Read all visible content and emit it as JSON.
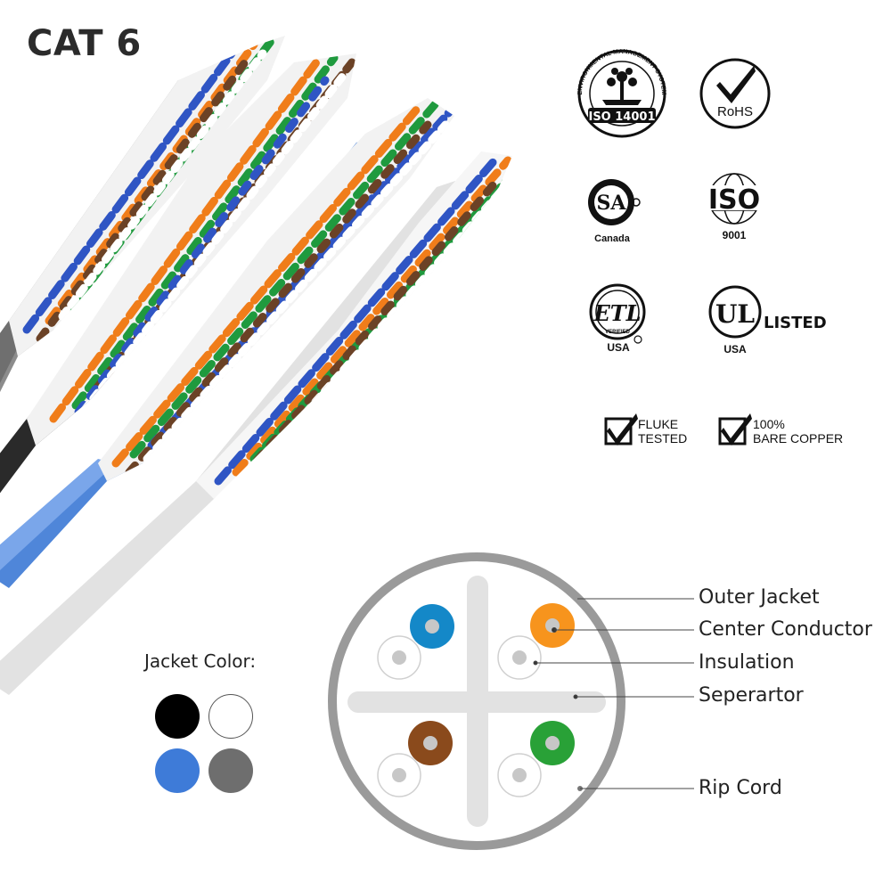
{
  "title": "CAT 6",
  "certifications": {
    "iso14001": {
      "ring_text": "ENVIRONMENTAL MANAGEMENT SYSTEM",
      "label": "ISO 14001"
    },
    "rohs": {
      "label": "RoHS"
    },
    "csa": {
      "label": "Canada"
    },
    "iso9001": {
      "mark": "ISO",
      "label": "9001"
    },
    "etl": {
      "mark": "ETL",
      "sub": "VERIFIED",
      "label": "USA"
    },
    "ul": {
      "mark": "UL",
      "listed": "LISTED",
      "label": "USA"
    }
  },
  "checks": [
    {
      "line1": "FLUKE",
      "line2": "TESTED"
    },
    {
      "line1": "100%",
      "line2": "BARE COPPER"
    }
  ],
  "jacket": {
    "title": "Jacket Color:",
    "colors": [
      "#000000",
      "#ffffff",
      "#3e7bd8",
      "#6e6e6e"
    ]
  },
  "diagram": {
    "labels": {
      "outer_jacket": "Outer Jacket",
      "center_conductor": "Center Conductor",
      "insulation": "Insulation",
      "separator": "Seperartor",
      "rip_cord": "Rip Cord"
    },
    "pair_colors": [
      "#1488c8",
      "#f7941d",
      "#8a4a1c",
      "#29a137"
    ]
  },
  "cables": {
    "jacket_colors": [
      "#8c8c8c",
      "#2a2a2a",
      "#4f86d9",
      "#e2e2e2"
    ],
    "wire_colors": [
      "#2f55c4",
      "#f07d1a",
      "#1f9a3e",
      "#6b4226",
      "#ffffff"
    ]
  }
}
